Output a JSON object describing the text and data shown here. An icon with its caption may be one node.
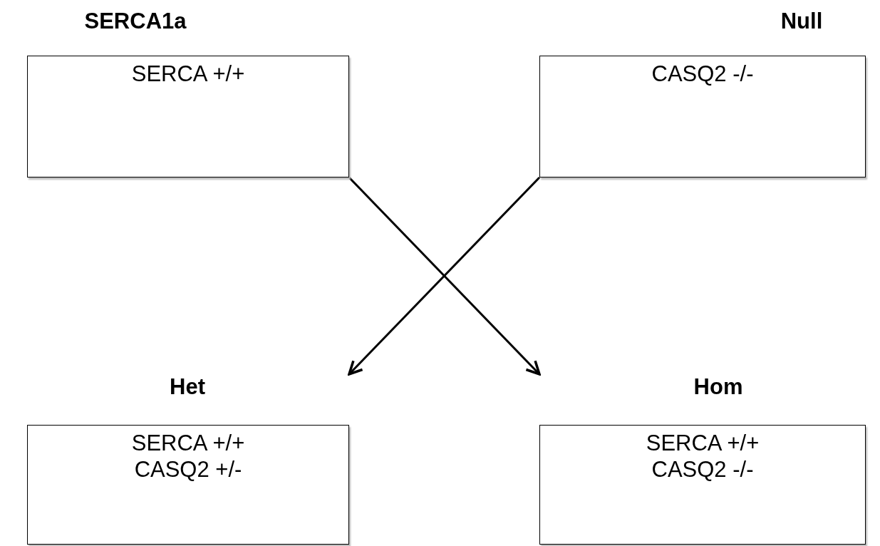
{
  "diagram": {
    "nodes": [
      {
        "text": [
          "SERCA1a",
          "SERCA +/+"
        ]
      },
      {
        "text": [
          "Null",
          "CASQ2 -/-"
        ]
      },
      {
        "text": [
          "Het",
          "SERCA +/+",
          "CASQ2 +/-"
        ]
      },
      {
        "text": [
          "Hom",
          "SERCA +/+",
          "CASQ2 -/-"
        ]
      }
    ],
    "edges": [
      {
        "from": 0,
        "to": 3,
        "arrow": "to"
      },
      {
        "from": 1,
        "to": 2,
        "arrow": "to"
      }
    ]
  }
}
